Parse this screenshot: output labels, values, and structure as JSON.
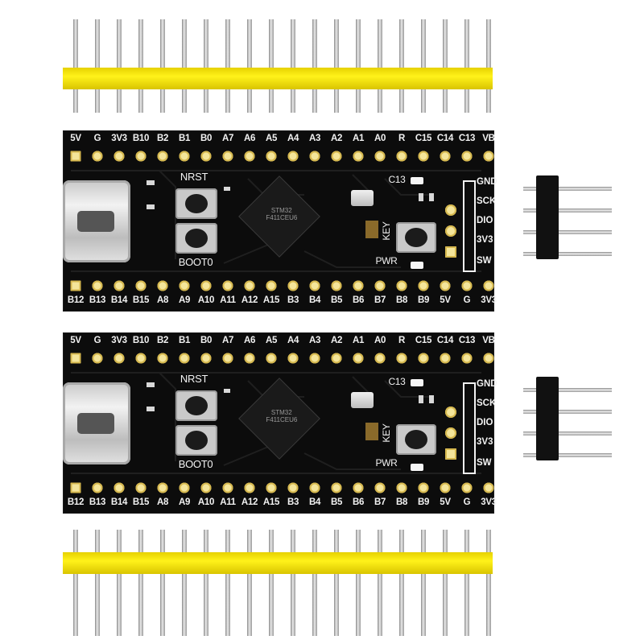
{
  "board": {
    "top_labels": [
      "5V",
      "G",
      "3V3",
      "B10",
      "B2",
      "B1",
      "B0",
      "A7",
      "A6",
      "A5",
      "A4",
      "A3",
      "A2",
      "A1",
      "A0",
      "R",
      "C15",
      "C14",
      "C13",
      "VB"
    ],
    "bottom_labels": [
      "B12",
      "B13",
      "B14",
      "B15",
      "A8",
      "A9",
      "A10",
      "A11",
      "A12",
      "A15",
      "B3",
      "B4",
      "B5",
      "B6",
      "B7",
      "B8",
      "B9",
      "5V",
      "G",
      "3V3"
    ],
    "button_nrst": "NRST",
    "button_boot": "BOOT0",
    "led_label": "C13",
    "key_label": "KEY",
    "pwr_label": "PWR",
    "swd_labels": [
      "GND",
      "SCK",
      "DIO",
      "3V3",
      "SW"
    ],
    "chip_marking": "STM32\nF411CEU6"
  },
  "colors": {
    "pcb": "#0c0c0c",
    "header_plastic": "#fff21a",
    "pad": "#f4e59a",
    "silkscreen": "#f2f2f2"
  }
}
